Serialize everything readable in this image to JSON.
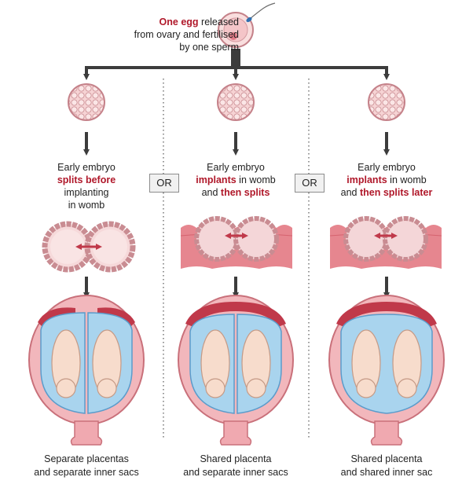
{
  "top": {
    "line1_red": "One egg",
    "line1_rest": " released",
    "line2": "from ovary and fertilised",
    "line3": "by one sperm"
  },
  "columns": [
    {
      "l1": "Early embryo",
      "l2a": "splits before",
      "l2b": " implanting",
      "l3a": "in womb",
      "l3b": "",
      "caption1": "Separate placentas",
      "caption2": "and separate inner sacs"
    },
    {
      "l1": "Early embryo",
      "l2a": "implants",
      "l2b": " in womb",
      "l3a": "and ",
      "l3b": "then splits",
      "caption1": "Shared placenta",
      "caption2": "and separate inner sacs"
    },
    {
      "l1": "Early embryo",
      "l2a": "implants",
      "l2b": " in womb",
      "l3a": "and ",
      "l3b": "then splits later",
      "caption1": "Shared placenta",
      "caption2": "and shared inner sac"
    }
  ],
  "or_label": "OR",
  "colors": {
    "accent_red": "#b0182a",
    "egg_pink": "#f3c6c8",
    "tissue_pink": "#e27e8a",
    "amniotic_blue": "#a9d4ee",
    "arrow_gray": "#3c3c3c"
  }
}
